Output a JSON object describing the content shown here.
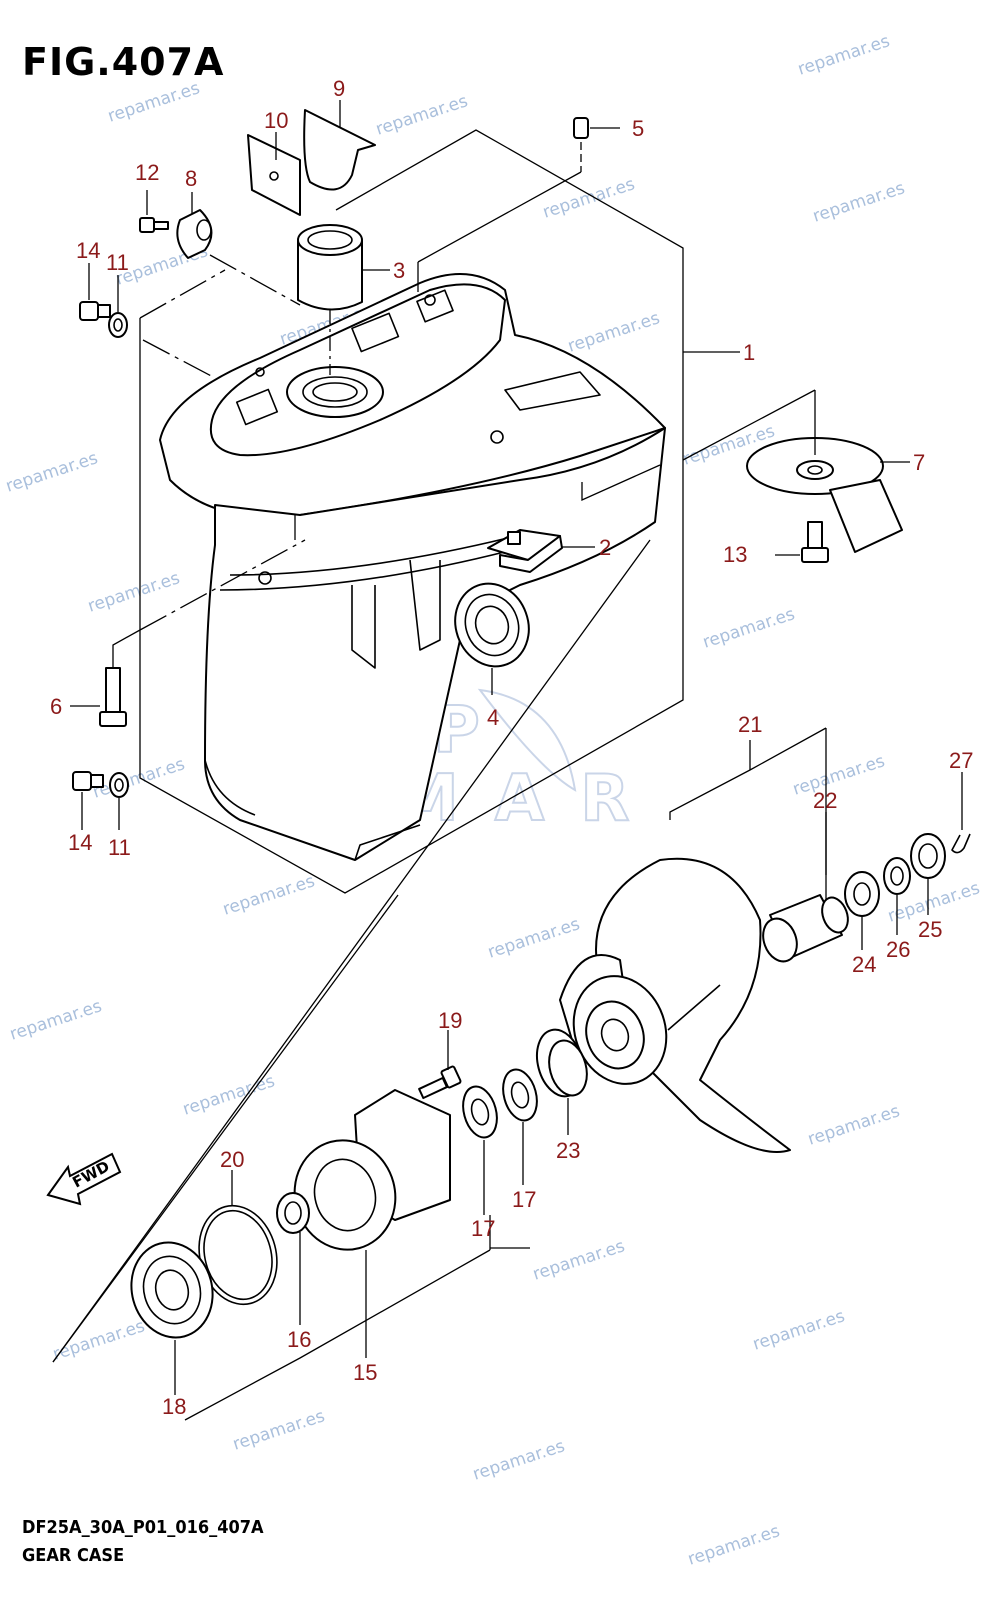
{
  "figure": {
    "title": "FIG.407A",
    "code": "DF25A_30A_P01_016_407A",
    "name": "GEAR CASE",
    "fwd_label": "FWD",
    "watermark": "repamar.es",
    "logo_line1": "REP",
    "logo_line2": "MAR"
  },
  "callouts": [
    {
      "id": "1",
      "label": "1"
    },
    {
      "id": "2",
      "label": "2"
    },
    {
      "id": "3",
      "label": "3"
    },
    {
      "id": "4",
      "label": "4"
    },
    {
      "id": "5",
      "label": "5"
    },
    {
      "id": "6",
      "label": "6"
    },
    {
      "id": "7",
      "label": "7"
    },
    {
      "id": "8",
      "label": "8"
    },
    {
      "id": "9",
      "label": "9"
    },
    {
      "id": "10",
      "label": "10"
    },
    {
      "id": "11a",
      "label": "11"
    },
    {
      "id": "11b",
      "label": "11"
    },
    {
      "id": "12",
      "label": "12"
    },
    {
      "id": "13",
      "label": "13"
    },
    {
      "id": "14a",
      "label": "14"
    },
    {
      "id": "14b",
      "label": "14"
    },
    {
      "id": "15",
      "label": "15"
    },
    {
      "id": "16",
      "label": "16"
    },
    {
      "id": "17a",
      "label": "17"
    },
    {
      "id": "17b",
      "label": "17"
    },
    {
      "id": "18",
      "label": "18"
    },
    {
      "id": "19",
      "label": "19"
    },
    {
      "id": "20",
      "label": "20"
    },
    {
      "id": "21",
      "label": "21"
    },
    {
      "id": "22",
      "label": "22"
    },
    {
      "id": "23",
      "label": "23"
    },
    {
      "id": "24",
      "label": "24"
    },
    {
      "id": "25",
      "label": "25"
    },
    {
      "id": "26",
      "label": "26"
    },
    {
      "id": "27",
      "label": "27"
    }
  ],
  "colors": {
    "callout": "#8b1a1a",
    "line": "#000000",
    "watermark": "#a9bfdc"
  }
}
